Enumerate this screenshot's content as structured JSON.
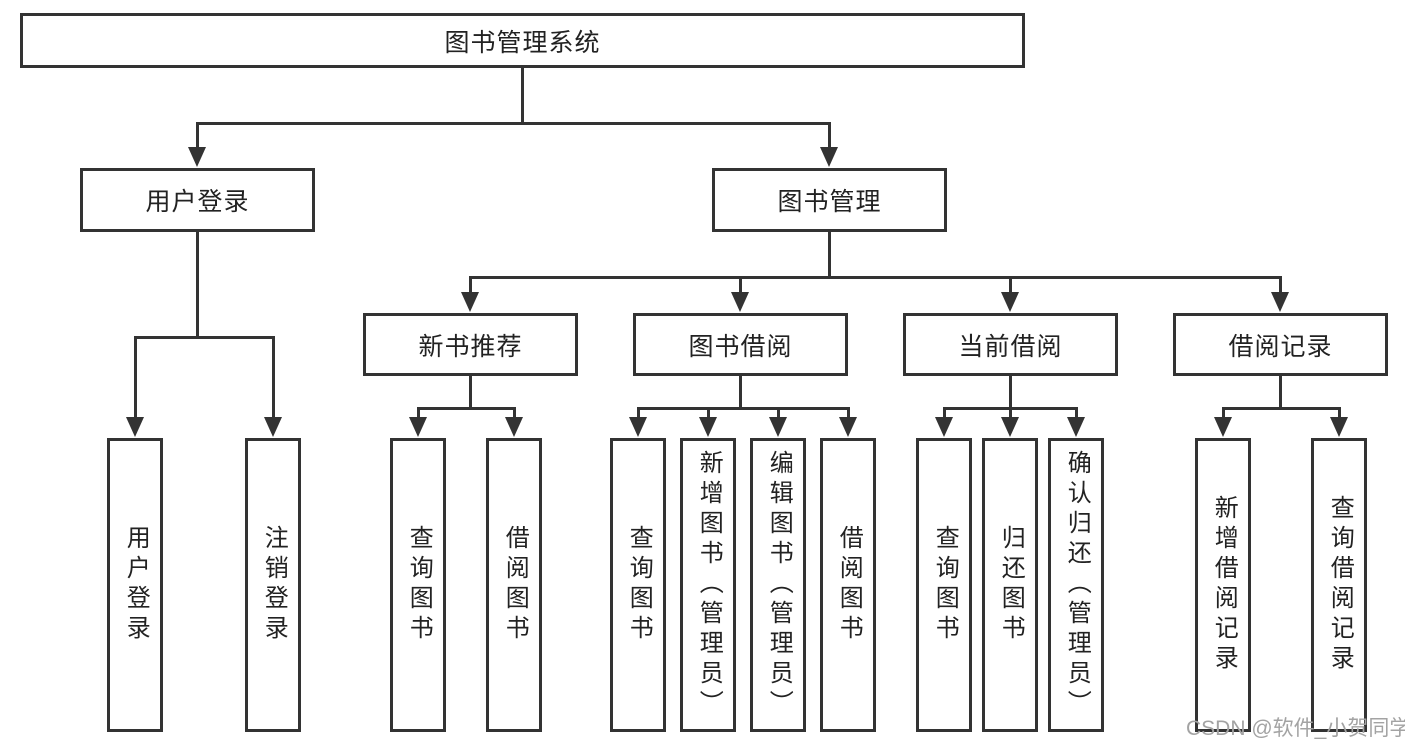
{
  "diagram": {
    "nodes": {
      "root": "图书管理系统",
      "user_login": "用户登录",
      "book_mgmt": "图书管理",
      "new_books": "新书推荐",
      "book_borrow": "图书借阅",
      "current_borrow": "当前借阅",
      "borrow_records": "借阅记录"
    },
    "leaves": {
      "user_login": [
        "用户登录",
        "注销登录"
      ],
      "new_books": [
        "查询图书",
        "借阅图书"
      ],
      "book_borrow": [
        "查询图书",
        "新增图书（管理员）",
        "编辑图书（管理员）",
        "借阅图书"
      ],
      "current_borrow": [
        "查询图书",
        "归还图书",
        "确认归还（管理员）"
      ],
      "borrow_records": [
        "新增借阅记录",
        "查询借阅记录"
      ]
    }
  },
  "watermark": "CSDN @软件_小贺同学",
  "colors": {
    "line": "#333333",
    "box_border": "#333333",
    "text": "#222222",
    "watermark": "#a3a3a3",
    "background": "#ffffff"
  }
}
